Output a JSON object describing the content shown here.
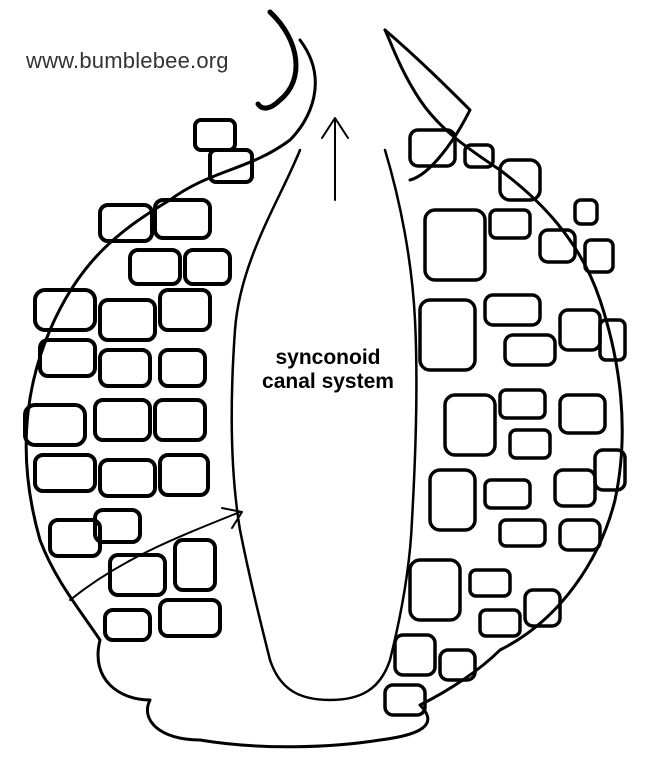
{
  "watermark": "www.bumblebee.org",
  "label": {
    "line1": "synconoid",
    "line2": "canal system"
  },
  "colors": {
    "ink": "#000000",
    "background": "#ffffff"
  }
}
